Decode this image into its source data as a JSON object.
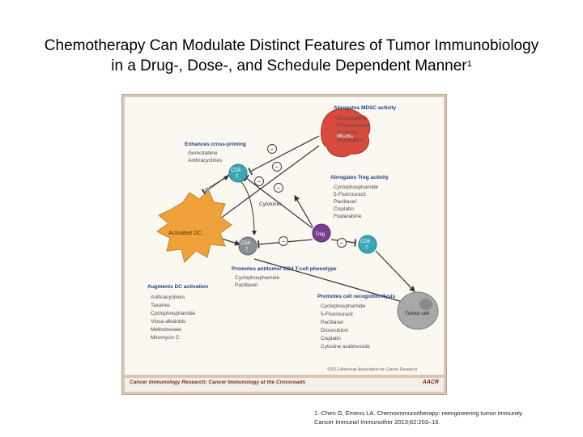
{
  "title": {
    "line1": "Chemotherapy Can Modulate Distinct Features of Tumor  Immunobiology",
    "line2": "in a Drug-, Dose-, and Schedule Dependent Manner",
    "footnote_marker": "1"
  },
  "figure": {
    "cells": {
      "mdsc": "MDSC",
      "cd8_left_a": "CD8",
      "cd8_left_b": "T",
      "cd4_a": "CD4",
      "cd4_b": "T",
      "treg": "Treg",
      "cd8_right_a": "CD8",
      "cd8_right_b": "T",
      "activated_dc": "Activated DC",
      "tumor_cell": "Tumor cell",
      "cytokines": "Cytokines"
    },
    "minus_sign": "−",
    "groups": {
      "mdsc": {
        "heading": "Abrogates MDSC activity",
        "items": [
          "Gemcitabine",
          "5-Fluorouracil",
          "Cisplatin",
          "Doxorubicin"
        ]
      },
      "cross_priming": {
        "heading": "Enhances cross-priming",
        "items": [
          "Gemcitabine",
          "Anthracyclines"
        ]
      },
      "treg": {
        "heading": "Abrogates Treg activity",
        "items": [
          "Cyclophosphamide",
          "5-Fluorouracil",
          "Paclitaxel",
          "Cisplatin",
          "Fludarabine"
        ]
      },
      "cd4": {
        "heading": "Promotes antitumor CD4  T-cell phenotype",
        "items": [
          "Cyclophosphamide",
          "Paclitaxel"
        ]
      },
      "dc": {
        "heading": "Augments DC activation",
        "items": [
          "Anthracyclines",
          "Taxanes",
          "Cyclophosphamide",
          "Vinca alkaloids",
          "Methotrexate",
          "Mitomycin C"
        ]
      },
      "recognition": {
        "heading": "Promotes cell recognition/lysis",
        "items": [
          "Cyclophosphamide",
          "5-Fluorouracil",
          "Paclitaxel",
          "Doxorubicin",
          "Cisplatin",
          "Cytosine arabinoside"
        ]
      }
    },
    "copyright": "©2013 American Association for Cancer Research",
    "footer_caption": "Cancer Immunology Research: Cancer Immunology at the Crossroads",
    "footer_logo": "AACR",
    "colors": {
      "heading": "#1f3f86",
      "item": "#4a4a4a",
      "dc": "#f0a23a",
      "mdsc": "#d84a3c",
      "t_cell": "#39a8b3",
      "cd4": "#8c8f98",
      "treg": "#7b3e8f",
      "tumor": "#a8a8a8"
    }
  },
  "citation": {
    "line1": "1.-Chen G, Emens LA. Chemoimmunotherapy: reengineering tumor immunity.",
    "line2": "Cancer Immunol Immunother 2013;62:203–16."
  }
}
